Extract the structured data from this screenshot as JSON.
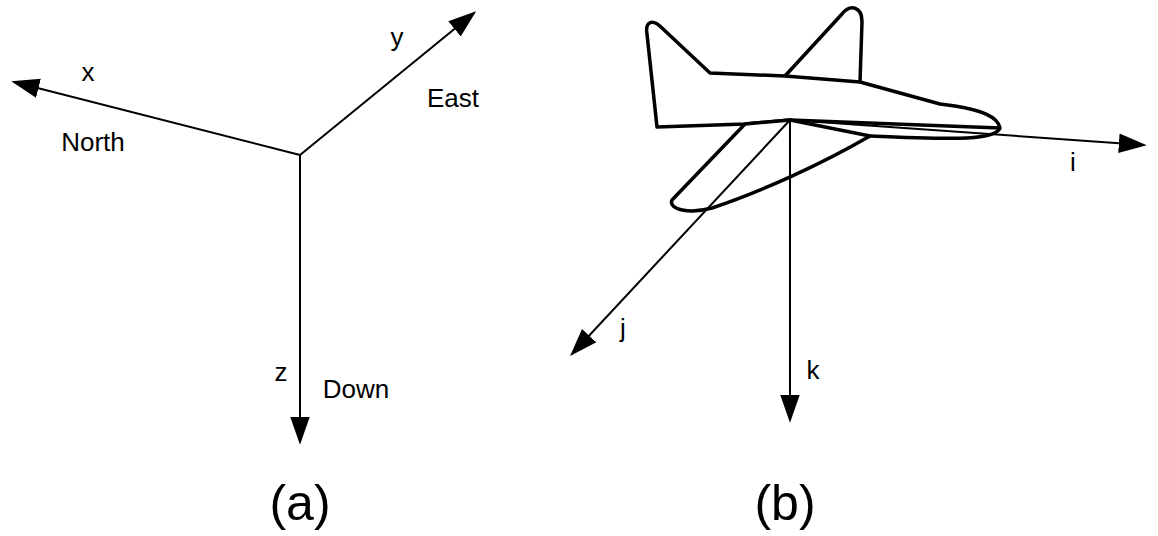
{
  "diagram": {
    "labels": [
      "x",
      "North",
      "y",
      "East",
      "z",
      "Down",
      "(a)",
      "i",
      "j",
      "k",
      "(b)"
    ]
  }
}
